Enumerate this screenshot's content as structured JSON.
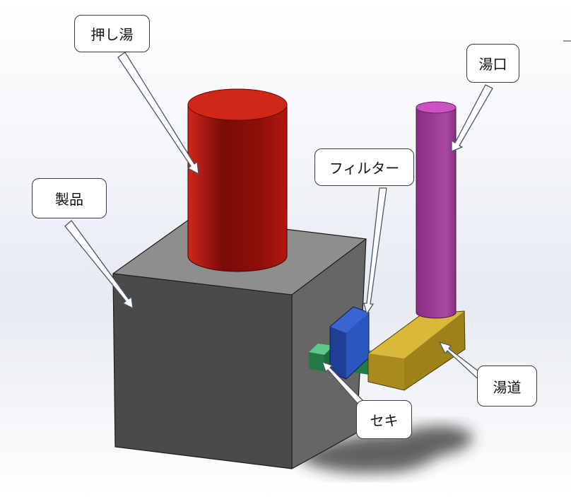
{
  "labels": {
    "oshiyu": "押し湯",
    "seihin": "製品",
    "filter": "フィルター",
    "yuguchi": "湯口",
    "yudou": "湯道",
    "seki": "セキ"
  },
  "colors": {
    "product": "#5e5e5e",
    "riser": "#b8160c",
    "sprue": "#a0308c",
    "runner": "#b59a22",
    "filter": "#2a4fb0",
    "gate": "#2e8a55",
    "shadow": "#3a3a3a"
  }
}
